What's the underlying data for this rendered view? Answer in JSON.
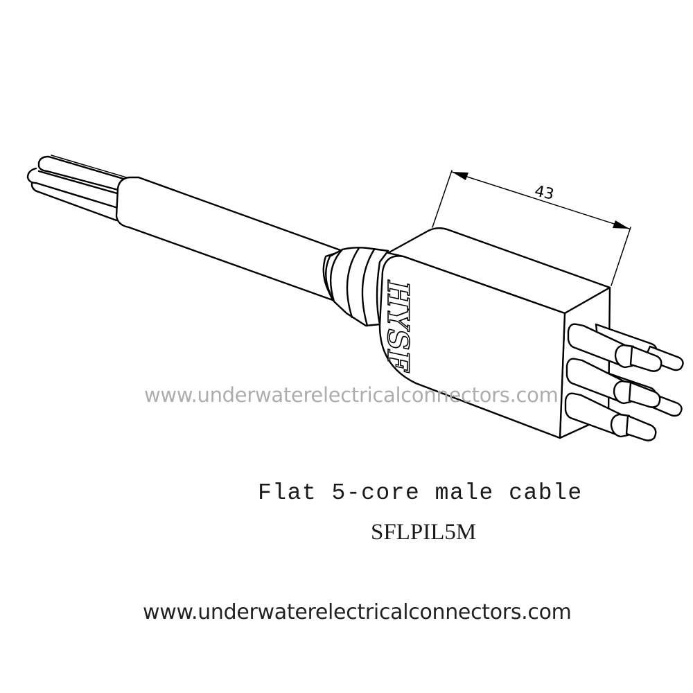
{
  "drawing": {
    "subject": "Flat 5-core male cable connector, isometric line drawing",
    "brand_marking": "HYSF",
    "dimension": {
      "value": "43",
      "label": "43"
    },
    "pin_count": 5,
    "icons": {
      "connector": "connector-body-icon",
      "cable": "cable-icon",
      "pins": "contact-pin-icon",
      "dimension_arrow": "dimension-arrow-icon"
    }
  },
  "watermark": {
    "text": "www.underwaterelectricalconnectors.com",
    "color": "#a9a9a9"
  },
  "caption": {
    "title": "Flat 5-core male cable",
    "model": "SFLPIL5M"
  },
  "footer": {
    "url": "www.underwaterelectricalconnectors.com",
    "color": "#222222"
  }
}
